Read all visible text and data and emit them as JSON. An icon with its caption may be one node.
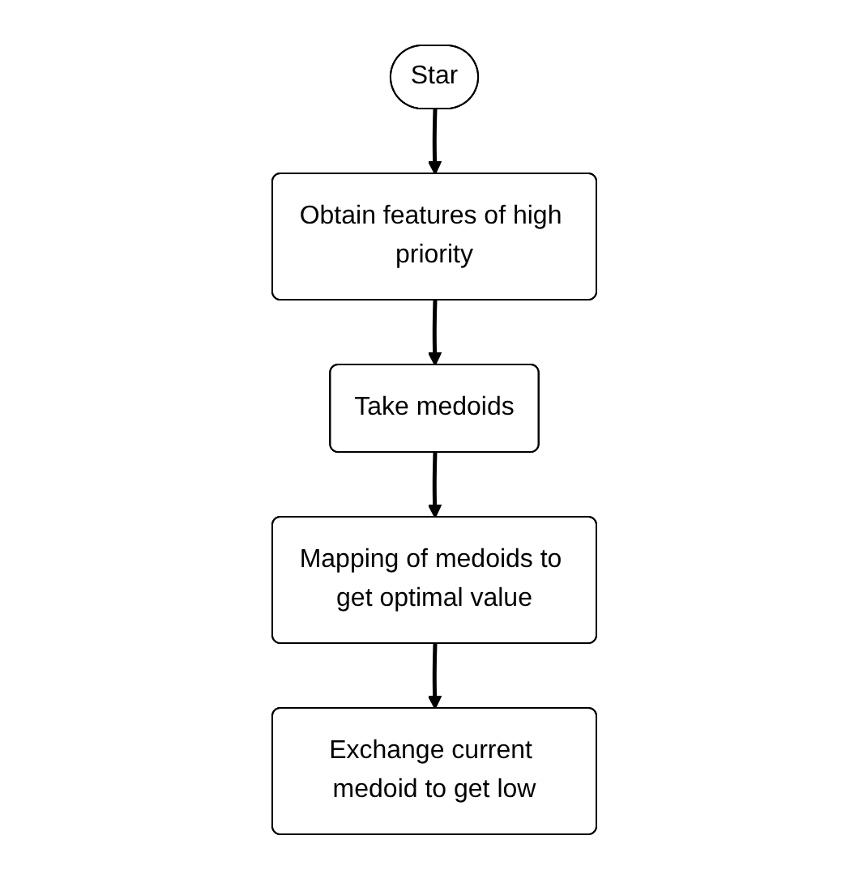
{
  "diagram": {
    "nodes": [
      {
        "text": [
          "Star"
        ]
      },
      {
        "text": [
          "Obtain features of high priority"
        ]
      },
      {
        "text": [
          "Take medoids"
        ]
      },
      {
        "text": [
          "Mapping of medoids to get optimal value"
        ]
      },
      {
        "text": [
          "Exchange current medoid to get low"
        ]
      }
    ],
    "edges": [
      {
        "from": 0,
        "to": 1,
        "arrow": "to"
      },
      {
        "from": 1,
        "to": 2,
        "arrow": "to"
      },
      {
        "from": 2,
        "to": 3,
        "arrow": "to"
      },
      {
        "from": 3,
        "to": 4,
        "arrow": "to"
      }
    ]
  }
}
